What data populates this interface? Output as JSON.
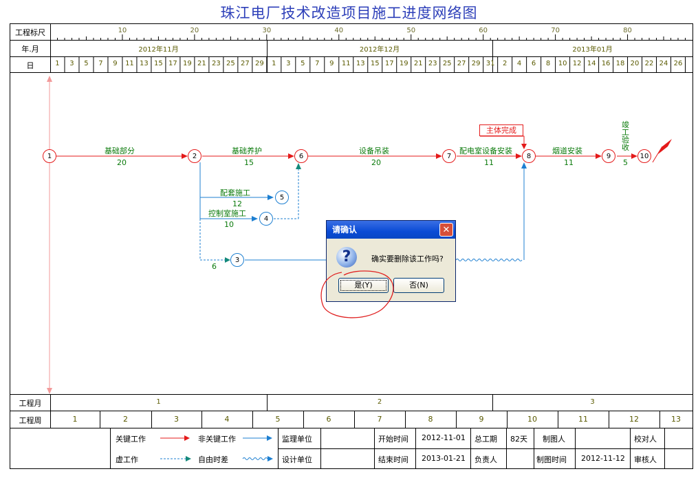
{
  "title": "珠江电厂技术改造项目施工进度网络图",
  "header": {
    "scale_label": "工程标尺",
    "month_label": "年.月",
    "day_label": "日",
    "scale_ticks": [
      "10",
      "20",
      "30",
      "40",
      "50",
      "60",
      "70",
      "80"
    ],
    "months": [
      "2012年11月",
      "2012年12月",
      "2013年01月"
    ],
    "days": [
      "1",
      "3",
      "5",
      "7",
      "9",
      "11",
      "13",
      "15",
      "17",
      "19",
      "21",
      "23",
      "25",
      "27",
      "29",
      "1",
      "3",
      "5",
      "7",
      "9",
      "11",
      "13",
      "15",
      "17",
      "19",
      "21",
      "23",
      "25",
      "27",
      "29",
      "31",
      "2",
      "4",
      "6",
      "8",
      "10",
      "12",
      "14",
      "16",
      "18",
      "20",
      "22",
      "24",
      "26"
    ]
  },
  "footer": {
    "period_label": "工程月",
    "week_label": "工程周",
    "periods": [
      "1",
      "2",
      "3"
    ],
    "weeks": [
      "1",
      "2",
      "3",
      "4",
      "5",
      "6",
      "7",
      "8",
      "9",
      "10",
      "11",
      "12",
      "13"
    ]
  },
  "legend": {
    "critical": "关键工作",
    "noncritical": "非关键工作",
    "supervisor": "监理单位",
    "dummy": "虚工作",
    "float": "自由时差",
    "designer": "设计单位",
    "start_label": "开始时间",
    "start_value": "2012-11-01",
    "duration_label": "总工期",
    "duration_value": "82天",
    "drawer_label": "制图人",
    "checker_label": "校对人",
    "end_label": "结束时间",
    "end_value": "2013-01-21",
    "owner_label": "负责人",
    "draw_time_label": "制图时间",
    "draw_time_value": "2012-11-12",
    "reviewer_label": "审核人"
  },
  "network": {
    "nodes": [
      "1",
      "2",
      "3",
      "4",
      "5",
      "6",
      "7",
      "8",
      "9",
      "10"
    ],
    "activities": [
      {
        "name": "基础部分",
        "duration": "20"
      },
      {
        "name": "基础养护",
        "duration": "15"
      },
      {
        "name": "设备吊装",
        "duration": "20"
      },
      {
        "name": "配电室设备安装",
        "duration": "11"
      },
      {
        "name": "烟道安装",
        "duration": "11"
      },
      {
        "name": "竣工验收",
        "duration": "5"
      },
      {
        "name": "配套施工",
        "duration": "12"
      },
      {
        "name": "控制室施工",
        "duration": "10"
      },
      {
        "name": "",
        "duration": "6"
      }
    ],
    "milestone": "主体完成"
  },
  "dialog": {
    "title": "请确认",
    "message": "确实要删除该工作吗?",
    "yes": "是(Y)",
    "no": "否(N)",
    "close": "✕"
  },
  "colors": {
    "critical": "#e41a1a",
    "noncritical": "#1d7fd1",
    "dummy_dashed": "#1d7fd1",
    "text_green": "#0a7a0a"
  }
}
